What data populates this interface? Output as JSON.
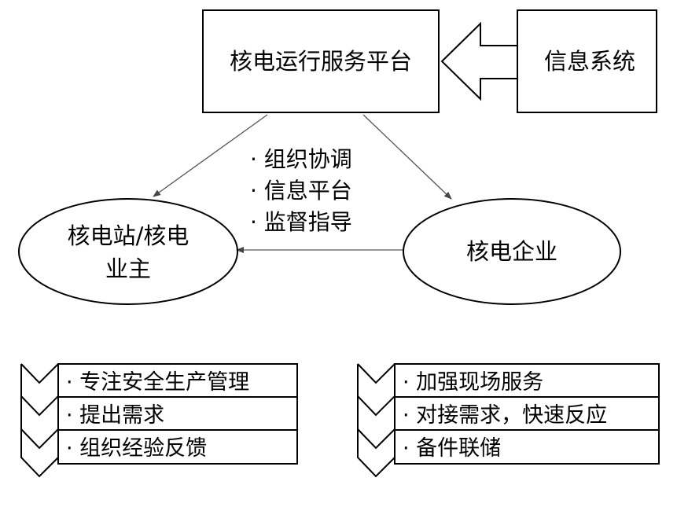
{
  "platform_box": {
    "label": "核电运行服务平台"
  },
  "info_system_box": {
    "label": "信息系统"
  },
  "platform_roles": [
    "· 组织协调",
    "· 信息平台",
    "· 监督指导"
  ],
  "owner_ellipse": {
    "line1": "核电站/核电",
    "line2": "业主"
  },
  "enterprise_ellipse": {
    "label": "核电企业"
  },
  "owner_duties": [
    "· 专注安全生产管理",
    "· 提出需求",
    "· 组织经验反馈"
  ],
  "enterprise_duties": [
    "· 加强现场服务",
    "· 对接需求，快速反应",
    "· 备件联储"
  ],
  "colors": {
    "stroke": "#000000",
    "arrow_line": "#555555",
    "background": "#ffffff"
  }
}
